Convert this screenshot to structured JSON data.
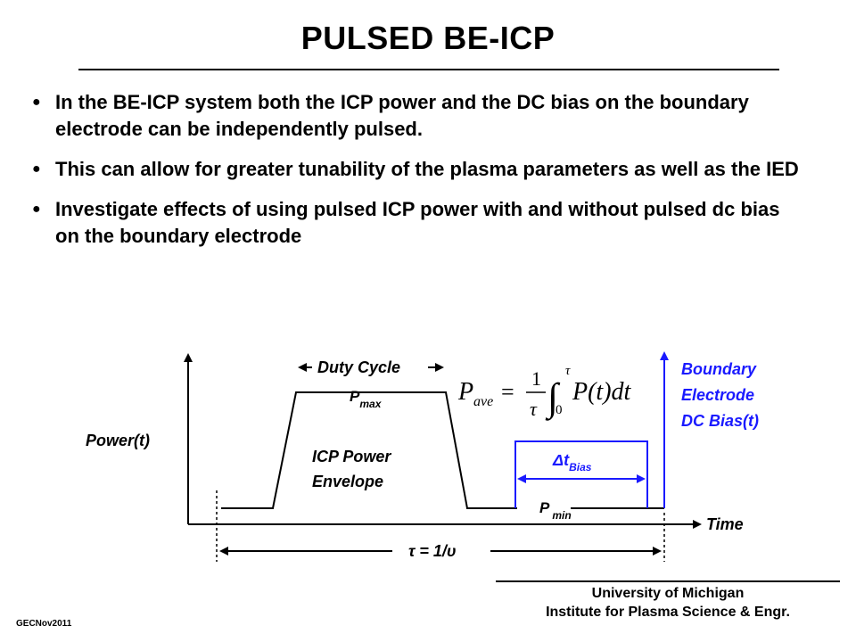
{
  "slide": {
    "title": "PULSED BE-ICP",
    "bullets": [
      "In the BE-ICP system both the ICP power and the DC bias on the boundary electrode can be independently pulsed.",
      "This can allow for greater tunability of the plasma parameters as well as the IED",
      "Investigate effects of using pulsed ICP power with and without pulsed dc bias on the boundary electrode"
    ],
    "bullet_symbol": "●"
  },
  "diagram": {
    "y_axis_label": "Power(t)",
    "x_axis_label": "Time",
    "duty_cycle": "Duty Cycle",
    "p_max": "P",
    "p_max_sub": "max",
    "p_min": "P",
    "p_min_sub": "min",
    "envelope_line1": "ICP Power",
    "envelope_line2": "Envelope",
    "delta_t": "Δt",
    "delta_t_sub": "Bias",
    "bias_line1": "Boundary",
    "bias_line2": "Electrode",
    "bias_line3": "DC Bias(t)",
    "period": "τ = 1/υ",
    "formula_p": "P",
    "formula_sub": "ave",
    "formula_eq": "=",
    "formula_num": "1",
    "formula_den": "τ",
    "formula_upper": "τ",
    "formula_lower": "0",
    "formula_body": "P(t)dt",
    "colors": {
      "bias": "#1a1aff",
      "ink": "#000000"
    }
  },
  "footer": {
    "line1": "University of Michigan",
    "line2": "Institute for Plasma Science & Engr.",
    "conference": "GECNov2011"
  }
}
